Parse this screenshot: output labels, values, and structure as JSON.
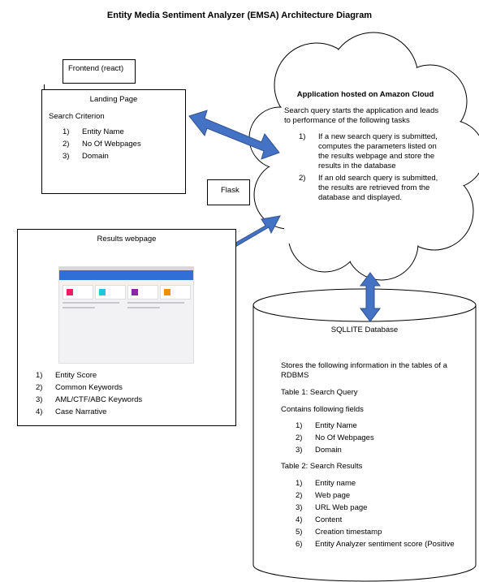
{
  "title": "Entity Media Sentiment Analyzer (EMSA) Architecture Diagram",
  "frontend": {
    "label": "Frontend (react)"
  },
  "landing": {
    "title": "Landing Page",
    "subtitle": "Search Criterion",
    "items": [
      "Entity Name",
      "No Of Webpages",
      "Domain"
    ]
  },
  "flask": {
    "label": "Flask"
  },
  "cloud": {
    "title": "Application hosted on Amazon Cloud",
    "intro": "Search query starts the application and leads to performance of the following tasks",
    "tasks": [
      "If a new search query is submitted, computes the parameters listed on the results webpage and store the results in the database",
      "If an old search query is submitted, the results are retrieved from the database and displayed."
    ]
  },
  "results": {
    "title": "Results webpage",
    "items": [
      "Entity Score",
      "Common Keywords",
      "AML/CTF/ABC Keywords",
      "Case Narrative"
    ]
  },
  "database": {
    "title": "SQLLITE Database",
    "intro": "Stores the following information in the tables of a RDBMS",
    "table1": "Table 1: Search Query",
    "fields_label": "Contains following fields",
    "table1_fields": [
      "Entity Name",
      "No Of Webpages",
      "Domain"
    ],
    "table2": "Table 2: Search Results",
    "table2_fields": [
      "Entity name",
      "Web page",
      "URL Web page",
      "Content",
      "Creation timestamp",
      "Entity Analyzer sentiment score (Positive"
    ]
  },
  "colors": {
    "arrow_fill": "#4472c4",
    "arrow_stroke": "#2f528f",
    "app_bar": "#2f6fd6"
  }
}
